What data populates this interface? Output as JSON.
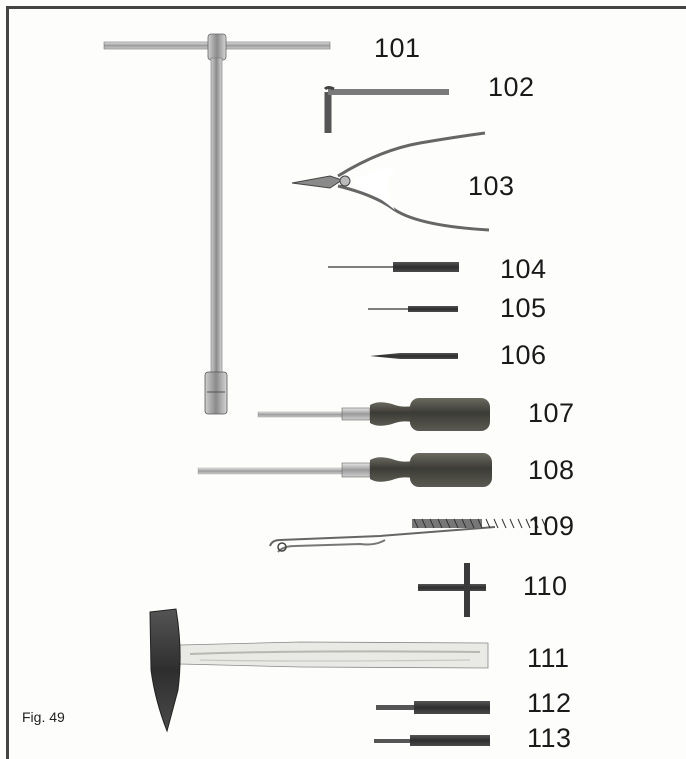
{
  "figure": {
    "caption": "Fig. 49",
    "items": [
      {
        "number": "101",
        "icon": "t-handle-socket-wrench-icon"
      },
      {
        "number": "102",
        "icon": "allen-key-icon"
      },
      {
        "number": "103",
        "icon": "pliers-icon"
      },
      {
        "number": "104",
        "icon": "needle-tool-icon"
      },
      {
        "number": "105",
        "icon": "thin-punch-icon"
      },
      {
        "number": "106",
        "icon": "punch-icon"
      },
      {
        "number": "107",
        "icon": "screwdriver-icon"
      },
      {
        "number": "108",
        "icon": "screwdriver-icon"
      },
      {
        "number": "109",
        "icon": "spring-tool-icon"
      },
      {
        "number": "110",
        "icon": "cross-tool-icon"
      },
      {
        "number": "111",
        "icon": "hammer-icon"
      },
      {
        "number": "112",
        "icon": "pin-punch-icon"
      },
      {
        "number": "113",
        "icon": "pin-punch-icon"
      }
    ]
  }
}
